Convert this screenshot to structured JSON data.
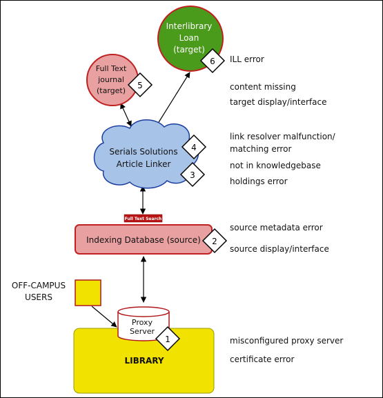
{
  "nodes": {
    "ill": {
      "line1": "Interlibrary",
      "line2": "Loan",
      "line3": "(target)",
      "fill": "#4a9a1c"
    },
    "fulltext": {
      "line1": "Full Text",
      "line2": "journal",
      "line3": "(target)",
      "fill": "#e8a0a0"
    },
    "serials": {
      "line1": "Serials Solutions",
      "line2": "Article Linker",
      "fill": "#a8c3e8"
    },
    "fulltext_button": {
      "label": "Full Text Search",
      "fill": "#b81414"
    },
    "indexing": {
      "label": "Indexing Database (source)",
      "fill": "#e8a0a0"
    },
    "offcampus": {
      "line1": "OFF-CAMPUS",
      "line2": "USERS",
      "fill": "#f2e200"
    },
    "proxy": {
      "line1": "Proxy",
      "line2": "Server"
    },
    "library": {
      "label": "LIBRARY",
      "fill": "#f2e200"
    }
  },
  "markers": [
    "1",
    "2",
    "3",
    "4",
    "5",
    "6"
  ],
  "notes": {
    "ill_error": "ILL error",
    "content_missing": "content missing",
    "target_display": "target display/interface",
    "link_resolver": "link resolver malfunction/",
    "matching_error": "matching error",
    "not_in_kb": "not in knowledgebase",
    "holdings_error": "holdings error",
    "source_metadata": "source metadata error",
    "source_display": "source display/interface",
    "misconfigured_proxy": "misconfigured proxy server",
    "certificate_error": "certificate error"
  }
}
